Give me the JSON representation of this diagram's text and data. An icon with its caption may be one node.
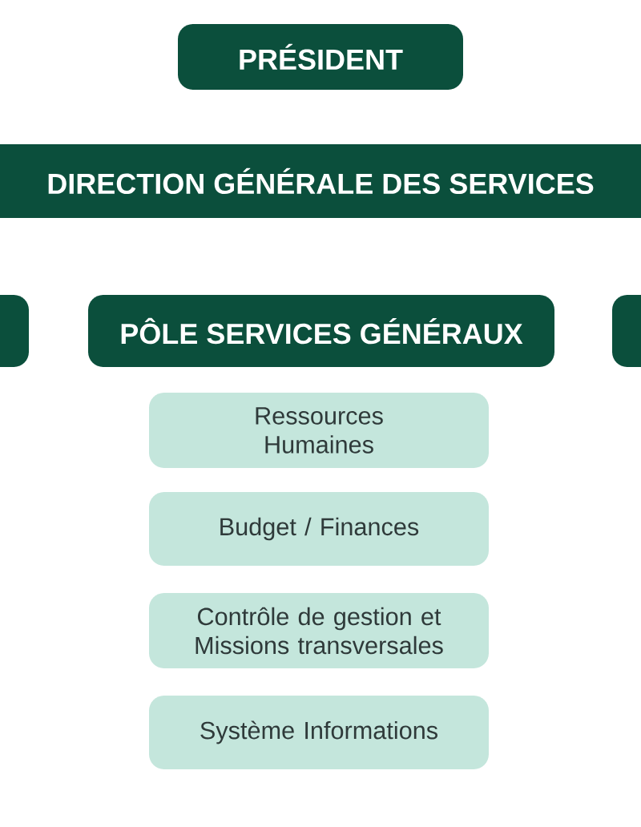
{
  "diagram": {
    "nodes": [
      {
        "text": [
          "PRÉSIDENT"
        ]
      },
      {
        "text": [
          "DIRECTION GÉNÉRALE DES SERVICES"
        ]
      },
      {
        "text": [],
        "shape": "box"
      },
      {
        "text": [
          "PÔLE SERVICES GÉNÉRAUX"
        ]
      },
      {
        "text": [],
        "shape": "box"
      },
      {
        "text": [
          "Ressources Humaines"
        ]
      },
      {
        "text": [
          "Budget / Finances"
        ]
      },
      {
        "text": [
          "Contrôle de gestion et Missions transversales"
        ]
      },
      {
        "text": [
          "Système Informations"
        ]
      }
    ]
  }
}
